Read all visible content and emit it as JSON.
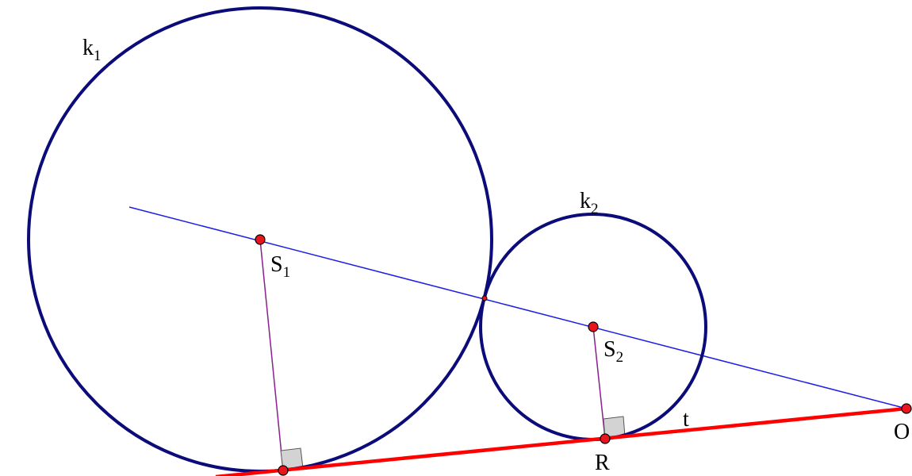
{
  "labels": {
    "k1": {
      "main": "k",
      "sub": "1"
    },
    "k2": {
      "main": "k",
      "sub": "2"
    },
    "s1": {
      "main": "S",
      "sub": "1"
    },
    "s2": {
      "main": "S",
      "sub": "2"
    },
    "r": "R",
    "o": "O",
    "t": "t"
  },
  "colors": {
    "circle": "#0b0b7a",
    "center_line": "#1e1ee6",
    "radius": "#8a1f8f",
    "tangent": "#ff0000",
    "point_fill": "#e8141e",
    "right_angle_fill": "#d3d3d3"
  }
}
